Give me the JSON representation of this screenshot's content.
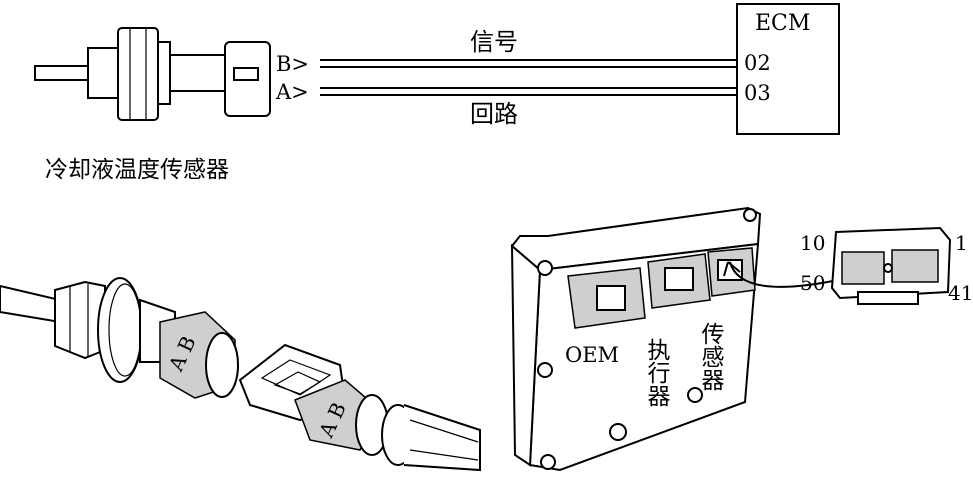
{
  "schematic": {
    "ecm_label": "ECM",
    "pin_signal": "02",
    "pin_return": "03",
    "wire_signal_label": "信号",
    "wire_return_label": "回路",
    "connector_pin_b": "B>",
    "connector_pin_a": "A>",
    "sensor_caption": "冷却液温度传感器"
  },
  "connector_illustration": {
    "plug_letters": "A B",
    "socket_letters": "A B"
  },
  "ecm_illustration": {
    "port_oem": "OEM",
    "port_actuator": "执行器",
    "port_sensor": "传感器",
    "pin_10": "10",
    "pin_50": "50",
    "pin_1": "1",
    "pin_41": "41"
  },
  "colors": {
    "line": "#000000",
    "background": "#ffffff",
    "shade": "#cfcfcf"
  }
}
